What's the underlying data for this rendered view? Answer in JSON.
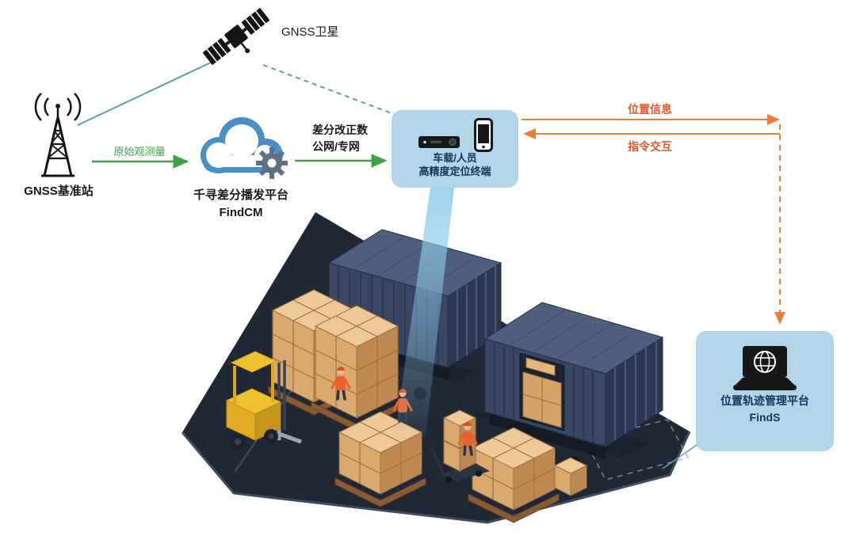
{
  "labels": {
    "satellite": "GNSS卫星",
    "base_station": "GNSS基准站",
    "raw_observation": "原始观测量",
    "cloud_platform_line1": "千寻差分播发平台",
    "cloud_platform_line2": "FindCM",
    "correction_line1": "差分改正数",
    "correction_line2": "公网/专网",
    "terminal_line1": "车载/人员",
    "terminal_line2": "高精度定位终端",
    "flow_position": "位置信息",
    "flow_command": "指令交互",
    "mgmt_platform_line1": "位置轨迹管理平台",
    "mgmt_platform_line2": "FindS"
  },
  "icons": {
    "satellite": "satellite-icon",
    "base_station": "radio-tower-icon",
    "cloud": "cloud-gear-icon",
    "terminal_device": "vehicle-terminal-icon",
    "terminal_phone": "smartphone-icon",
    "mgmt": "laptop-globe-icon"
  },
  "colors": {
    "arrow_green": "#43a047",
    "arrow_orange": "#ee7d36",
    "label_orange": "#e8542c",
    "link_teal": "#5b9fae",
    "panel_blue": "#b2d5e8",
    "panel_text": "#14365c",
    "beam_blue": "#8ecbe8",
    "platform_dark": "#1f2834",
    "container_body": "#394763",
    "box_tan": "#d9a96e"
  }
}
